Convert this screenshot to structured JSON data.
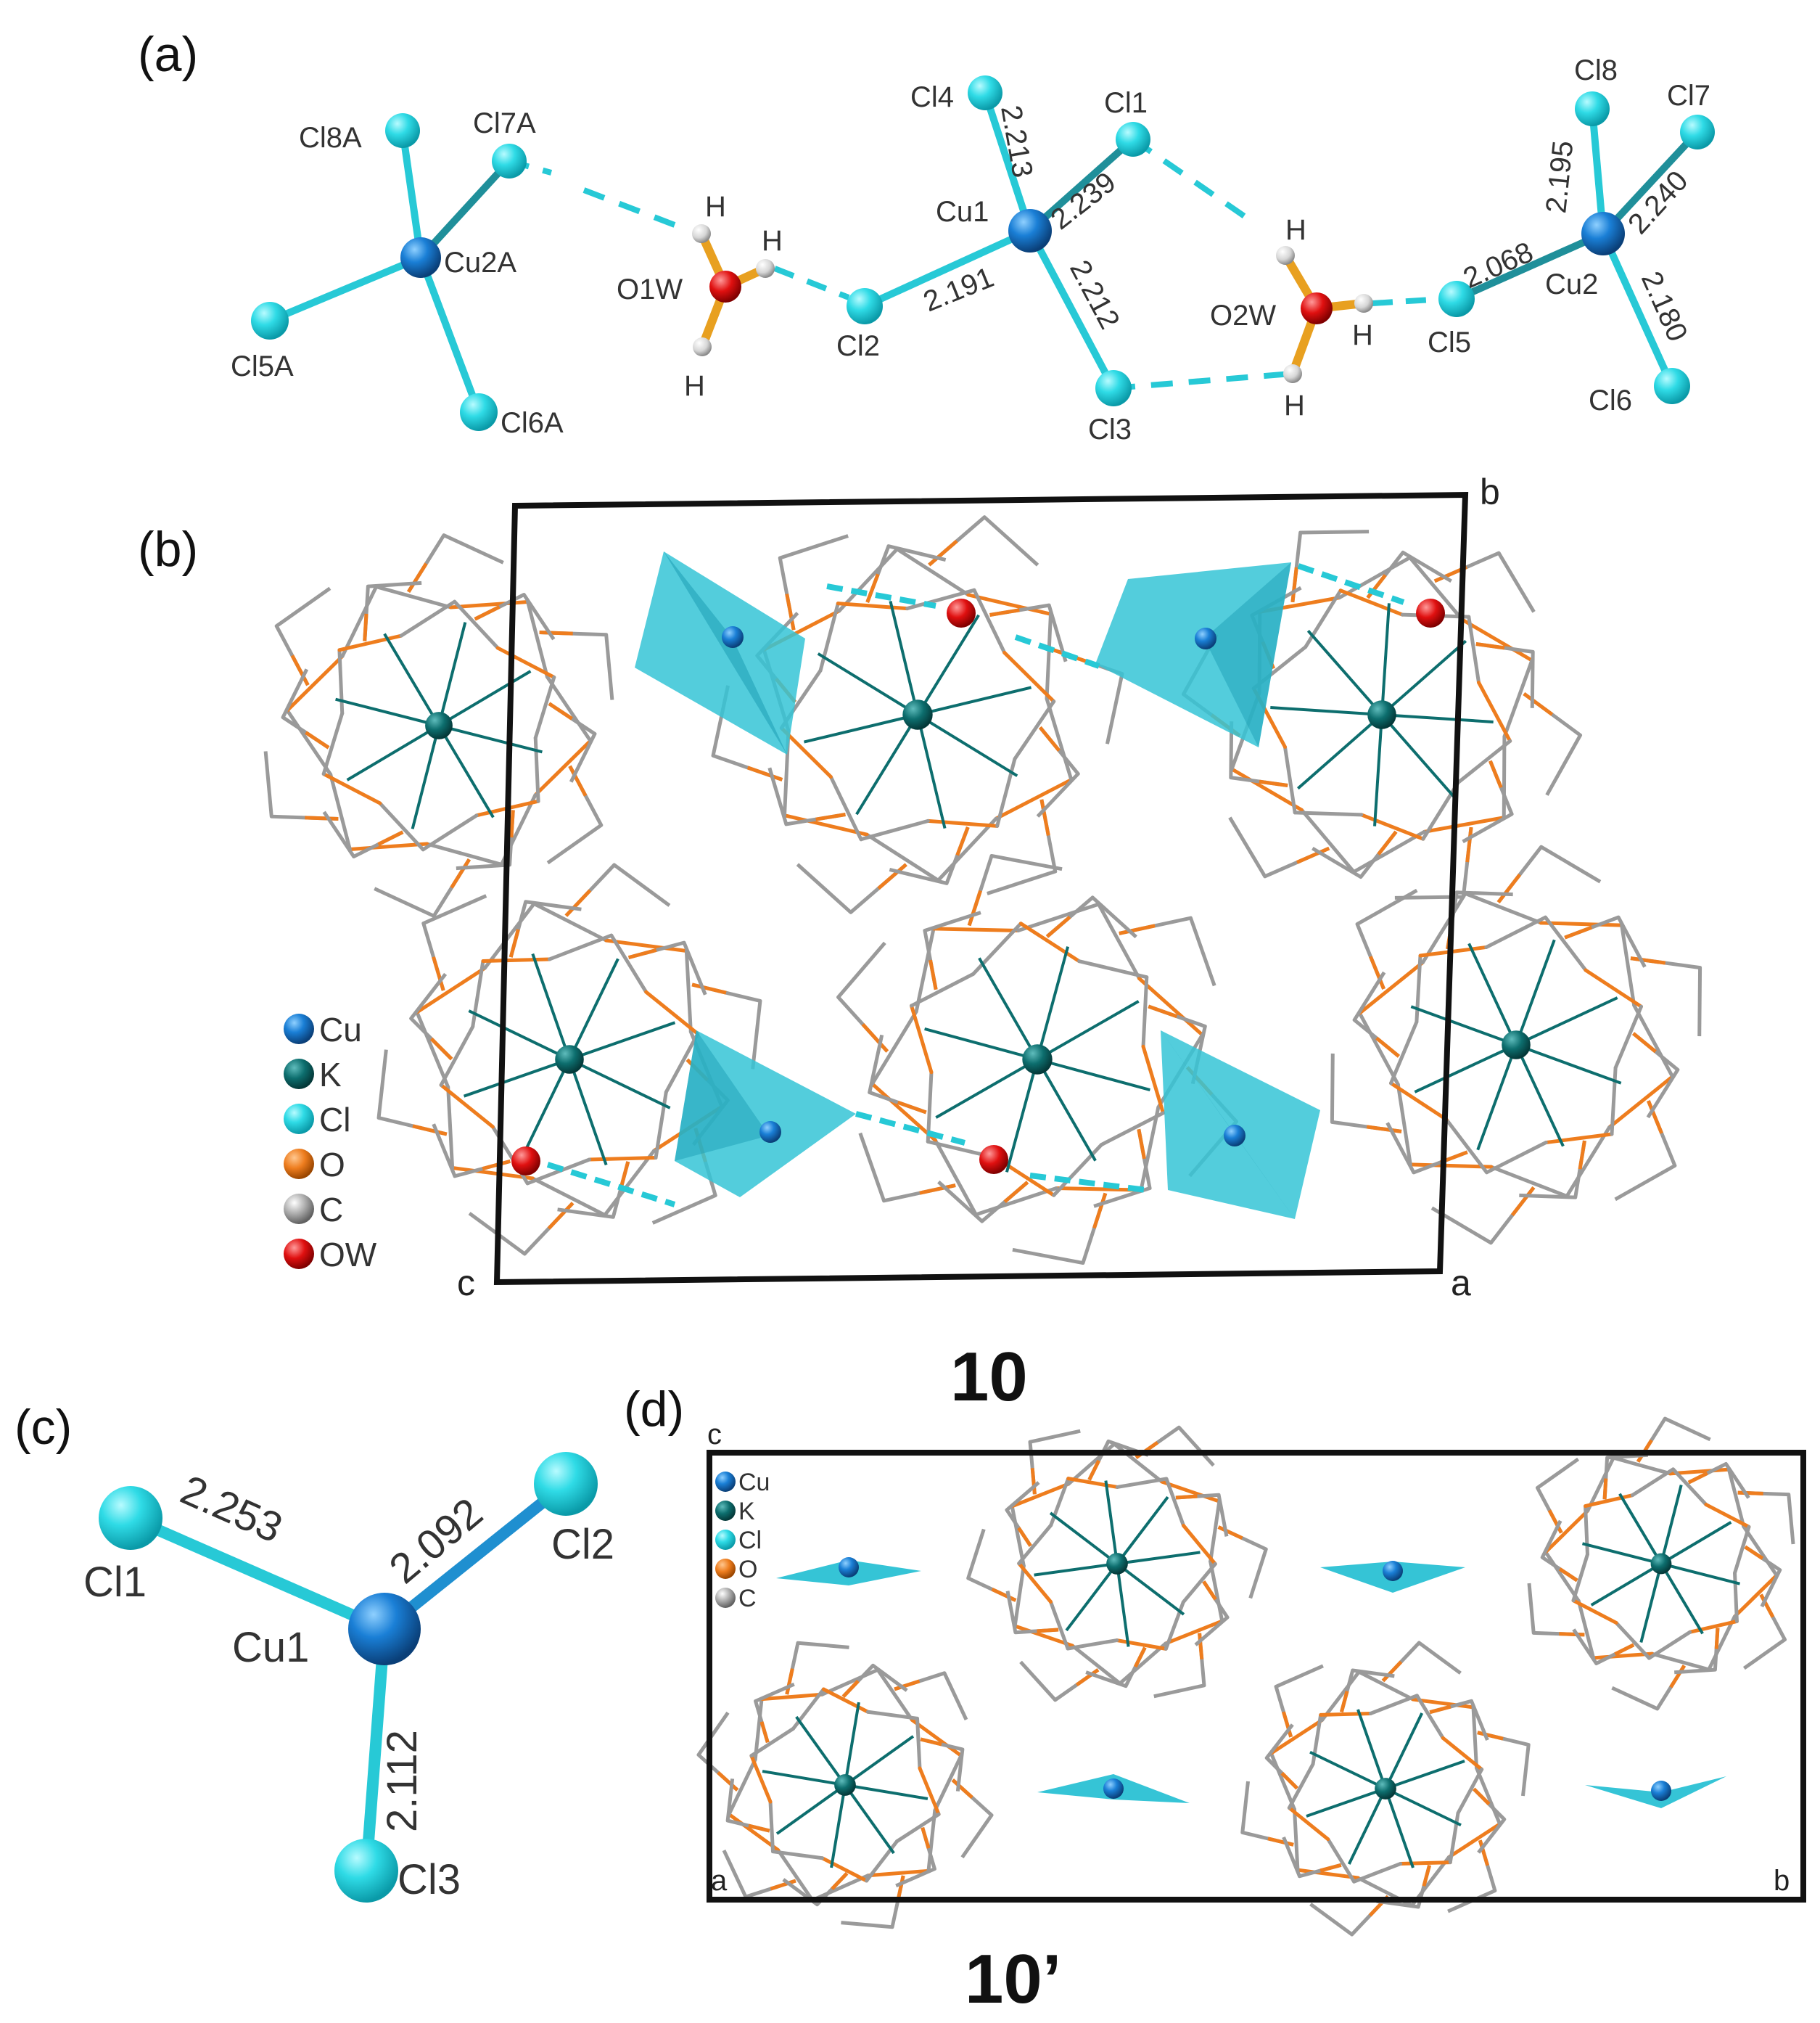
{
  "panels": {
    "a": {
      "label": "(a)",
      "atoms": {
        "cl8a": "Cl8A",
        "cl7a": "Cl7A",
        "cu2a": "Cu2A",
        "cl5a": "Cl5A",
        "cl6a": "Cl6A",
        "o1w": "O1W",
        "h1": "H",
        "h2": "H",
        "h3": "H",
        "cl4": "Cl4",
        "cl1": "Cl1",
        "cu1": "Cu1",
        "cl2": "Cl2",
        "cl3": "Cl3",
        "o2w": "O2W",
        "h4": "H",
        "h5": "H",
        "h6": "H",
        "cl5": "Cl5",
        "cu2": "Cu2",
        "cl8": "Cl8",
        "cl7": "Cl7",
        "cl6": "Cl6"
      },
      "bonds": {
        "cu1_cl4": "2.213",
        "cu1_cl1": "2.239",
        "cu1_cl2": "2.191",
        "cu1_cl3": "2.212",
        "cu2_cl5": "2.068",
        "cu2_cl8": "2.195",
        "cu2_cl7": "2.240",
        "cu2_cl6": "2.180"
      }
    },
    "b": {
      "label": "(b)",
      "compound": "10",
      "axes": {
        "b": "b",
        "c": "c",
        "a": "a"
      },
      "legend": [
        "Cu",
        "K",
        "Cl",
        "O",
        "C",
        "OW"
      ]
    },
    "c": {
      "label": "(c)",
      "atoms": {
        "cl1": "Cl1",
        "cl2": "Cl2",
        "cu1": "Cu1",
        "cl3": "Cl3"
      },
      "bonds": {
        "cu1_cl1": "2.253",
        "cu1_cl2": "2.092",
        "cu1_cl3": "2.112"
      }
    },
    "d": {
      "label": "(d)",
      "compound": "10’",
      "axes": {
        "c": "c",
        "a": "a",
        "b": "b"
      },
      "legend": [
        "Cu",
        "K",
        "Cl",
        "O",
        "C"
      ]
    }
  },
  "colors": {
    "cu": "#1a7fd6",
    "k": "#0d6e6e",
    "cl": "#27d3dd",
    "o": "#ee7d1e",
    "c": "#9a9a9a",
    "ow": "#e01010",
    "h": "#cfcfcf",
    "polyhedron": "#35c4d6"
  }
}
